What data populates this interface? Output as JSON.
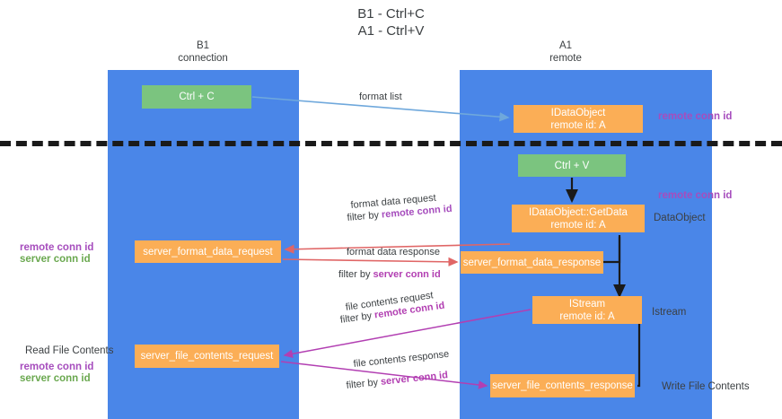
{
  "title": {
    "line1": "B1 - Ctrl+C",
    "line2": "A1 - Ctrl+V"
  },
  "lanes": [
    {
      "id": "b1",
      "name": "B1",
      "sub": "connection",
      "color": "#4a86e8"
    },
    {
      "id": "a1",
      "name": "A1",
      "sub": "remote",
      "color": "#4a86e8"
    }
  ],
  "colors": {
    "lane": "#4a86e8",
    "green_node": "#7bc47f",
    "orange_node": "#fbae56",
    "purple_text": "#a64dbd",
    "green_text": "#6aa84f",
    "blue_arrow": "#6fa8dc",
    "red_arrow": "#e06666",
    "magenta_arrow": "#b23fb2",
    "black_arrow": "#1a1a1a",
    "divider": "#1a1a1a"
  },
  "nodes": {
    "ctrl_c": {
      "label": "Ctrl + C",
      "sub": ""
    },
    "idataobject": {
      "label": "IDataObject",
      "sub": "remote id: A"
    },
    "ctrl_v": {
      "label": "Ctrl + V",
      "sub": ""
    },
    "getdata": {
      "label": "IDataObject::GetData",
      "sub": "remote id: A"
    },
    "server_format_data_request": {
      "label": "server_format_data_request",
      "sub": ""
    },
    "server_format_data_response": {
      "label": "server_format_data_response",
      "sub": ""
    },
    "istream": {
      "label": "IStream",
      "sub": "remote id: A"
    },
    "server_file_contents_request": {
      "label": "server_file_contents_request",
      "sub": ""
    },
    "server_file_contents_response": {
      "label": "server_file_contents_response",
      "sub": ""
    }
  },
  "annotations": {
    "right": {
      "remote_conn_id_top": "remote conn id",
      "remote_conn_id_mid": "remote conn id",
      "dataobject": "DataObject",
      "istream": "Istream",
      "write_file_contents": "Write File Contents"
    },
    "left": {
      "remote_conn_id_mid": "remote conn id",
      "server_conn_id_mid": "server conn id",
      "read_file_contents": "Read File Contents",
      "remote_conn_id_bottom": "remote conn id",
      "server_conn_id_bottom": "server conn id"
    }
  },
  "edge_labels": {
    "format_list": "format list",
    "format_data_request": "format data request",
    "format_data_request_filter_prefix": "filter by ",
    "format_data_request_filter_key": "remote conn id",
    "format_data_response": "format data response",
    "format_data_response_filter_prefix": "filter by ",
    "format_data_response_filter_key": "server conn id",
    "file_contents_request": "file contents request",
    "file_contents_request_filter_prefix": "filter by ",
    "file_contents_request_filter_key": "remote conn id",
    "file_contents_response": "file contents response",
    "file_contents_response_filter_prefix": "filter by ",
    "file_contents_response_filter_key": "server conn id"
  }
}
